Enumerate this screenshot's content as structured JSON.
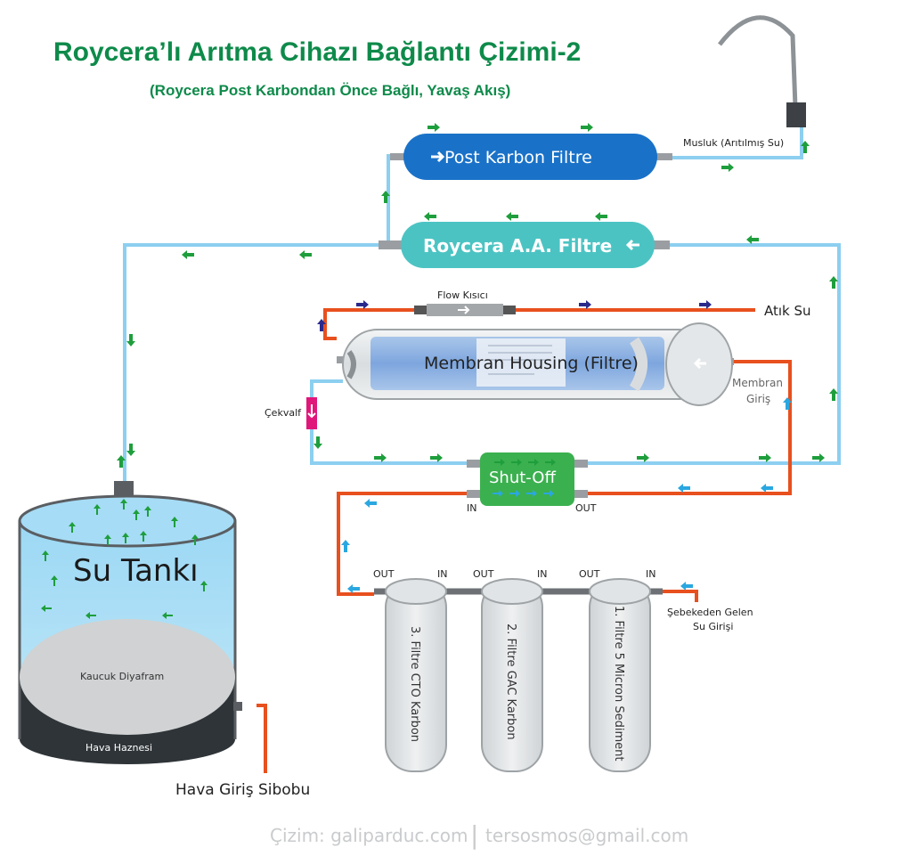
{
  "title": "Roycera’lı Arıtma Cihazı Bağlantı Çizimi-2",
  "subtitle": "(Roycera Post Karbondan Önce Bağlı, Yavaş Akış)",
  "components": {
    "post_carbon": "Post Karbon Filtre",
    "roycera": "Roycera A.A. Filtre",
    "membrane": "Membran Housing (Filtre)",
    "shutoff": "Shut-Off",
    "tank": "Su Tankı",
    "diaphragm": "Kaucuk Diyafram",
    "air_chamber": "Hava Haznesi",
    "filter3": "3. Filtre CTO Karbon",
    "filter2": "2. Filtre GAC Karbon",
    "filter1": "1. Filtre 5 Micron Sediment"
  },
  "labels": {
    "faucet": "Musluk (Arıtılmış Su)",
    "flow_restrictor": "Flow Kısıcı",
    "waste_water": "Atık Su",
    "membrane_inlet_1": "Membran",
    "membrane_inlet_2": "Giriş",
    "check_valve": "Çekvalf",
    "shutoff_in": "IN",
    "shutoff_out": "OUT",
    "f3_out": "OUT",
    "f2_in": "IN",
    "f2_out": "OUT",
    "f1_in_top": "IN",
    "f1_out": "OUT",
    "f1_in": "IN",
    "mains_1": "Şebekeden Gelen",
    "mains_2": "Su Girişi",
    "air_valve": "Hava Giriş Sibobu"
  },
  "footer": {
    "left": "Çizim: galiparduc.com",
    "separator": "|",
    "right": "tersosmos@gmail.com"
  },
  "colors": {
    "title_green": "#0e8a4a",
    "clean_pipe": "#8ccff0",
    "feed_pipe": "#e8501e",
    "post_carbon": "#1a72c8",
    "roycera": "#4cc3c3",
    "shutoff": "#3bb04f",
    "check_valve": "#e0177a",
    "arrow_green": "#1e9e3c",
    "arrow_blue": "#2a2a8c",
    "arrow_cyan": "#2aa7e0",
    "tank_water": "#a6dcf5",
    "tank_bottom": "#2f3438"
  }
}
